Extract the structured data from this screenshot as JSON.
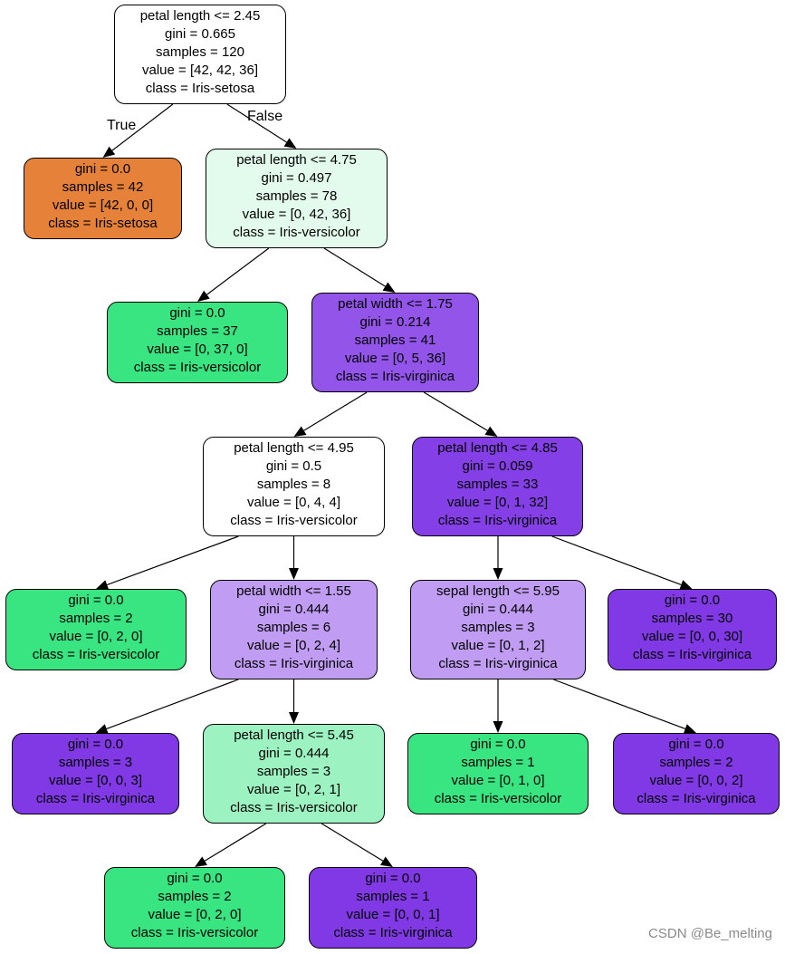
{
  "nodes": [
    {
      "lines": [
        "petal length <= 2.45",
        "gini = 0.665",
        "samples = 120",
        "value = [42, 42, 36]",
        "class = Iris-setosa"
      ],
      "color": "#ffffff"
    },
    {
      "lines": [
        "gini = 0.0",
        "samples = 42",
        "value = [42, 0, 0]",
        "class = Iris-setosa"
      ],
      "color": "#e58139"
    },
    {
      "lines": [
        "petal length <= 4.75",
        "gini = 0.497",
        "samples = 78",
        "value = [0, 42, 36]",
        "class = Iris-versicolor"
      ],
      "color": "#e3fbed"
    },
    {
      "lines": [
        "gini = 0.0",
        "samples = 37",
        "value = [0, 37, 0]",
        "class = Iris-versicolor"
      ],
      "color": "#39e581"
    },
    {
      "lines": [
        "petal width <= 1.75",
        "gini = 0.214",
        "samples = 41",
        "value = [0, 5, 36]",
        "class = Iris-virginica"
      ],
      "color": "#9254e9"
    },
    {
      "lines": [
        "petal length <= 4.95",
        "gini = 0.5",
        "samples = 8",
        "value = [0, 4, 4]",
        "class = Iris-versicolor"
      ],
      "color": "#ffffff"
    },
    {
      "lines": [
        "petal length <= 4.85",
        "gini = 0.059",
        "samples = 33",
        "value = [0, 1, 32]",
        "class = Iris-virginica"
      ],
      "color": "#853fe6"
    },
    {
      "lines": [
        "gini = 0.0",
        "samples = 2",
        "value = [0, 2, 0]",
        "class = Iris-versicolor"
      ],
      "color": "#39e581"
    },
    {
      "lines": [
        "petal width <= 1.55",
        "gini = 0.444",
        "samples = 6",
        "value = [0, 2, 4]",
        "class = Iris-virginica"
      ],
      "color": "#c09cf2"
    },
    {
      "lines": [
        "sepal length <= 5.95",
        "gini = 0.444",
        "samples = 3",
        "value = [0, 1, 2]",
        "class = Iris-virginica"
      ],
      "color": "#c09cf2"
    },
    {
      "lines": [
        "gini = 0.0",
        "samples = 30",
        "value = [0, 0, 30]",
        "class = Iris-virginica"
      ],
      "color": "#8139e5"
    },
    {
      "lines": [
        "gini = 0.0",
        "samples = 3",
        "value = [0, 0, 3]",
        "class = Iris-virginica"
      ],
      "color": "#8139e5"
    },
    {
      "lines": [
        "petal length <= 5.45",
        "gini = 0.444",
        "samples = 3",
        "value = [0, 2, 1]",
        "class = Iris-versicolor"
      ],
      "color": "#9cf2c0"
    },
    {
      "lines": [
        "gini = 0.0",
        "samples = 1",
        "value = [0, 1, 0]",
        "class = Iris-versicolor"
      ],
      "color": "#39e581"
    },
    {
      "lines": [
        "gini = 0.0",
        "samples = 2",
        "value = [0, 0, 2]",
        "class = Iris-virginica"
      ],
      "color": "#8139e5"
    },
    {
      "lines": [
        "gini = 0.0",
        "samples = 2",
        "value = [0, 2, 0]",
        "class = Iris-versicolor"
      ],
      "color": "#39e581"
    },
    {
      "lines": [
        "gini = 0.0",
        "samples = 1",
        "value = [0, 0, 1]",
        "class = Iris-virginica"
      ],
      "color": "#8139e5"
    }
  ],
  "edges": [
    [
      0,
      1
    ],
    [
      0,
      2
    ],
    [
      2,
      3
    ],
    [
      2,
      4
    ],
    [
      4,
      5
    ],
    [
      4,
      6
    ],
    [
      5,
      7
    ],
    [
      5,
      8
    ],
    [
      6,
      9
    ],
    [
      6,
      10
    ],
    [
      8,
      11
    ],
    [
      8,
      12
    ],
    [
      9,
      13
    ],
    [
      9,
      14
    ],
    [
      12,
      15
    ],
    [
      12,
      16
    ]
  ],
  "edge_labels": {
    "true": "True",
    "false": "False"
  },
  "watermark": "CSDN @Be_melting"
}
